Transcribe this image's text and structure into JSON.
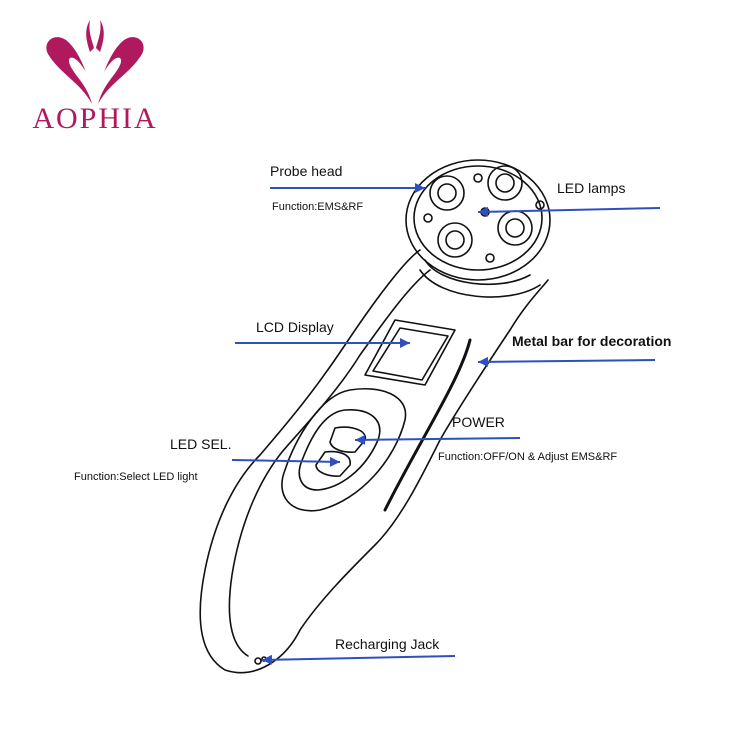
{
  "brand": {
    "name": "AOPHIA",
    "color": "#b0195e"
  },
  "arrow_color": "#2f4fbf",
  "labels": {
    "probe_head": "Probe head",
    "probe_function": "Function:EMS&RF",
    "led_lamps": "LED lamps",
    "lcd_display": "LCD Display",
    "metal_bar": "Metal bar for decoration",
    "power": "POWER",
    "power_function": "Function:OFF/ON & Adjust EMS&RF",
    "led_sel": "LED SEL.",
    "led_sel_function": "Function:Select LED light",
    "recharging_jack": "Recharging Jack"
  }
}
